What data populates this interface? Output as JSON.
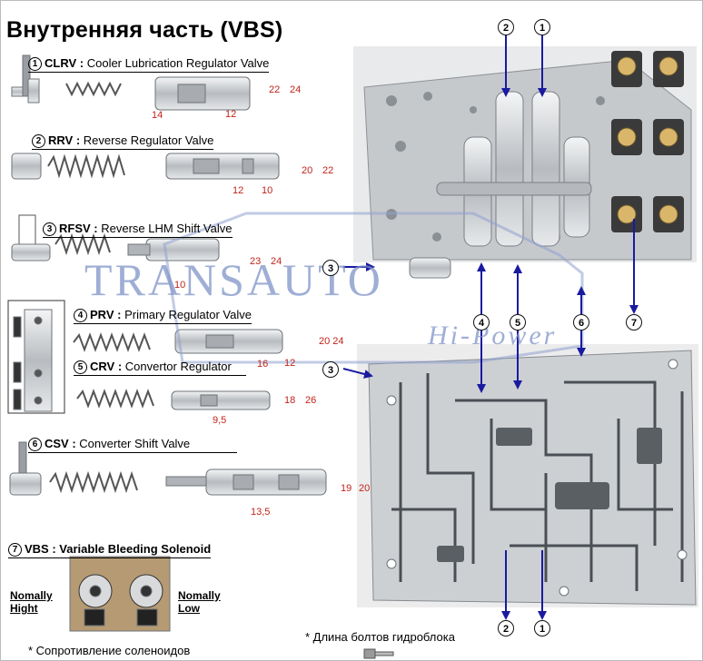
{
  "title": "Внутренняя часть (VBS)",
  "valves": [
    {
      "num": "1",
      "abbr": "CLRV",
      "desc": "Cooler Lubrication Regulator Valve"
    },
    {
      "num": "2",
      "abbr": "RRV",
      "desc": "Reverse Regulator Valve"
    },
    {
      "num": "3",
      "abbr": "RFSV",
      "desc": "Reverse LHM Shift Valve"
    },
    {
      "num": "4",
      "abbr": "PRV",
      "desc": "Primary Regulator Valve"
    },
    {
      "num": "5",
      "abbr": "CRV",
      "desc": "Convertor Regulator"
    },
    {
      "num": "6",
      "abbr": "CSV",
      "desc": "Converter Shift Valve"
    },
    {
      "num": "7",
      "abbr": "VBS",
      "desc": "Variable Bleeding Solenoid"
    }
  ],
  "dims": {
    "clrv_a": "14",
    "clrv_b": "12",
    "clrv_c": "22",
    "clrv_d": "24",
    "rrv_a": "12",
    "rrv_b": "10",
    "rrv_c": "20",
    "rrv_d": "22",
    "rfsv_a": "10",
    "rfsv_b": "23",
    "rfsv_c": "24",
    "prv_a": "16",
    "prv_b": "12",
    "prv_c": "20 24",
    "crv_a": "9,5",
    "crv_b": "18",
    "crv_c": "26",
    "csv_a": "13,5",
    "csv_b": "19",
    "csv_c": "20"
  },
  "solenoid": {
    "left_l1": "Nomally",
    "left_l2": "Hight",
    "right_l1": "Nomally",
    "right_l2": "Low"
  },
  "notes": {
    "resistance": "* Сопротивление соленоидов",
    "bolts": "* Длина болтов гидроблока"
  },
  "watermark": {
    "brand": "TRANSAUTO",
    "slogan": "Hi-Power"
  },
  "markers": {
    "m1": "1",
    "m2": "2",
    "m3": "3",
    "m4": "4",
    "m5": "5",
    "m6": "6",
    "m7": "7"
  },
  "colors": {
    "arrow": "#1a1aa0",
    "dim_text": "#c0231a",
    "metal": "#c9ccce",
    "watermark": "#7f93c8"
  }
}
